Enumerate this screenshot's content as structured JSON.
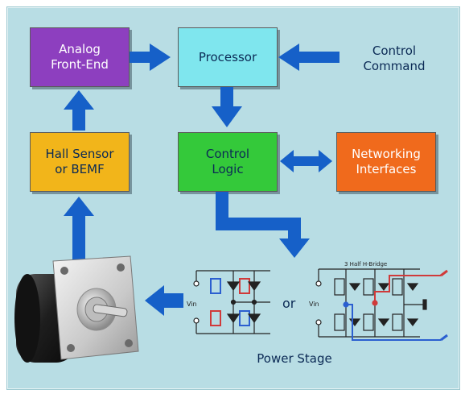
{
  "blocks": {
    "analog_front_end": "Analog\nFront-End",
    "processor": "Processor",
    "hall_sensor": "Hall Sensor\nor BEMF",
    "control_logic": "Control\nLogic",
    "networking": "Networking\nInterfaces"
  },
  "labels": {
    "control_command": "Control\nCommand",
    "power_stage": "Power Stage",
    "or": "or",
    "half_bridge": "3 Half H-Bridge",
    "vin_left": "Vin",
    "vin_right": "Vin"
  },
  "colors": {
    "arrow": "#1660c8",
    "background": "#b8dde4",
    "analog_front_end": "#8d3fbf",
    "processor": "#7fe6ee",
    "hall_sensor": "#f2b51a",
    "control_logic": "#34c93a",
    "networking": "#f06a1c"
  }
}
